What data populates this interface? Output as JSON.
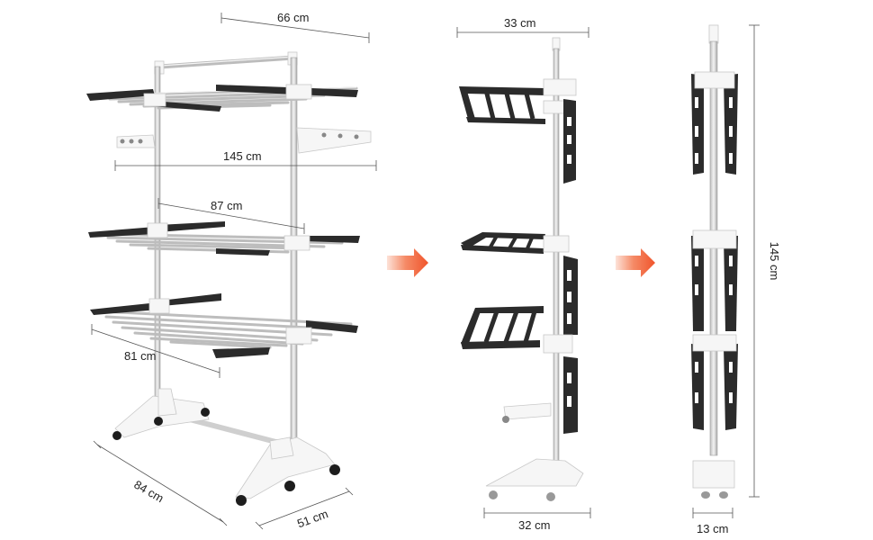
{
  "dimensions": {
    "top_width": "66 cm",
    "total_height": "145 cm",
    "shelf_length": "87 cm",
    "shelf_depth": "81 cm",
    "base_length": "84 cm",
    "base_depth": "51 cm",
    "folded_width": "33 cm",
    "folded_base_width": "32 cm",
    "fully_folded_depth": "13 cm",
    "fully_folded_height": "145 cm"
  },
  "arrow_color": "#f0542b",
  "icons": [
    "arrow-right-icon",
    "arrow-right-icon"
  ]
}
